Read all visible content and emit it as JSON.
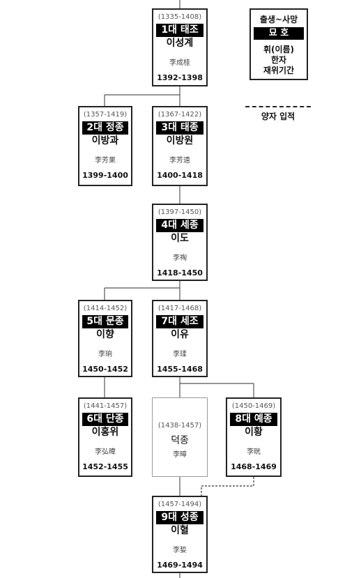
{
  "legend": {
    "years": "출생~사망",
    "title": "묘 호",
    "line1": "휘(이름)",
    "line2": "한자",
    "line3": "재위기간"
  },
  "adoption_legend": {
    "label": "양자 입적"
  },
  "nodes": {
    "taejo": {
      "years": "(1335-1408)",
      "title": "1대 태조",
      "name": "이성계",
      "hanja": "李成桂",
      "reign": "1392-1398"
    },
    "jeongjong": {
      "years": "(1357-1419)",
      "title": "2대 정종",
      "name": "이방과",
      "hanja": "李芳果",
      "reign": "1399-1400"
    },
    "taejong": {
      "years": "(1367-1422)",
      "title": "3대 태종",
      "name": "이방원",
      "hanja": "李芳遠",
      "reign": "1400-1418"
    },
    "sejong": {
      "years": "(1397-1450)",
      "title": "4대 세종",
      "name": "이도",
      "hanja": "李祹",
      "reign": "1418-1450"
    },
    "munjong": {
      "years": "(1414-1452)",
      "title": "5대 문종",
      "name": "이향",
      "hanja": "李珦",
      "reign": "1450-1452"
    },
    "sejo": {
      "years": "(1417-1468)",
      "title": "7대 세조",
      "name": "이유",
      "hanja": "李瑈",
      "reign": "1455-1468"
    },
    "danjong": {
      "years": "(1441-1457)",
      "title": "6대 단종",
      "name": "이홍위",
      "hanja": "李弘暐",
      "reign": "1452-1455"
    },
    "deokjong": {
      "years": "(1438-1457)",
      "name": "덕종",
      "hanja": "李暲"
    },
    "yejong": {
      "years": "(1450-1469)",
      "title": "8대 예종",
      "name": "이황",
      "hanja": "李晄",
      "reign": "1468-1469"
    },
    "seongjong": {
      "years": "(1457-1494)",
      "title": "9대 성종",
      "name": "이혈",
      "hanja": "李娎",
      "reign": "1469-1494"
    }
  },
  "colors": {
    "border": "#222222",
    "title_bg": "#000000",
    "title_fg": "#ffffff",
    "line": "#555555"
  }
}
